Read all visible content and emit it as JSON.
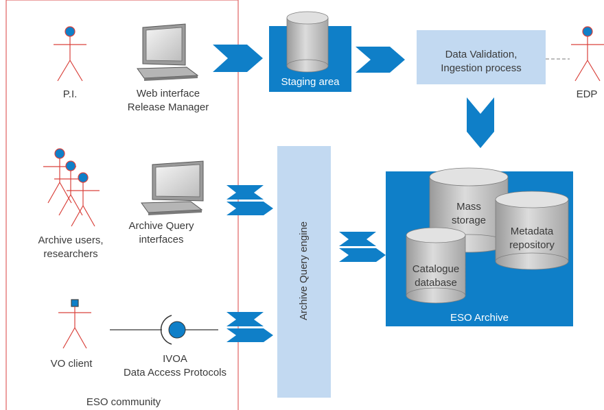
{
  "colors": {
    "accent_blue": "#0f7fc8",
    "light_blue": "#c2d9f1",
    "actor_red": "#d9403a",
    "community_border": "#e06060",
    "cylinder_gray": "#c4c4c4"
  },
  "actors": {
    "pi": {
      "label": "P.I.",
      "icon": "person-icon"
    },
    "archive_users": {
      "label": "Archive users,\nresearchers",
      "icon": "people-group-icon"
    },
    "vo_client": {
      "label": "VO client",
      "icon": "robot-person-icon"
    },
    "edp": {
      "label": "EDP",
      "icon": "person-icon"
    }
  },
  "interfaces": {
    "web_interface": {
      "label": "Web interface\nRelease Manager",
      "icon": "computer-icon"
    },
    "archive_query_interfaces": {
      "label": "Archive Query\ninterfaces",
      "icon": "computer-icon"
    },
    "ivoa": {
      "label": "IVOA\nData Access Protocols",
      "icon": "socket-icon"
    }
  },
  "staging": {
    "label": "Staging area"
  },
  "validation": {
    "label": "Data Validation,\nIngestion process"
  },
  "query_engine": {
    "label": "Archive Query engine"
  },
  "archive": {
    "label": "ESO Archive",
    "mass_storage": "Mass\nstorage",
    "metadata": "Metadata\nrepository",
    "catalogue": "Catalogue\ndatabase"
  },
  "community": {
    "label": "ESO community"
  }
}
